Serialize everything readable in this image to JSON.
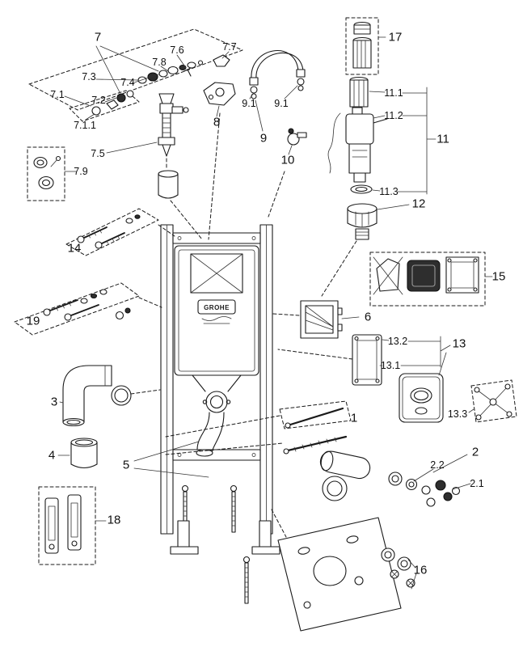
{
  "diagram": {
    "brand": "GROHE",
    "labels": {
      "l7": "7",
      "l7_6": "7.6",
      "l7_7": "7.7",
      "l7_8": "7.8",
      "l7_3": "7.3",
      "l7_4": "7.4",
      "l7_1": "7.1",
      "l7_2": "7.2",
      "l7_1_1": "7.1.1",
      "l7_5": "7.5",
      "l7_9": "7.9",
      "l8": "8",
      "l9": "9",
      "l9_1": "9.1",
      "l10": "10",
      "l17": "17",
      "l11": "11",
      "l11_1": "11.1",
      "l11_2": "11.2",
      "l11_3": "11.3",
      "l12": "12",
      "l14": "14",
      "l19": "19",
      "l6": "6",
      "l15": "15",
      "l13": "13",
      "l13_1": "13.1",
      "l13_2": "13.2",
      "l13_3": "13.3",
      "l3": "3",
      "l1": "1",
      "l4": "4",
      "l5": "5",
      "l2": "2",
      "l2_1": "2.1",
      "l2_2": "2.2",
      "l18": "18",
      "l16": "16"
    }
  }
}
